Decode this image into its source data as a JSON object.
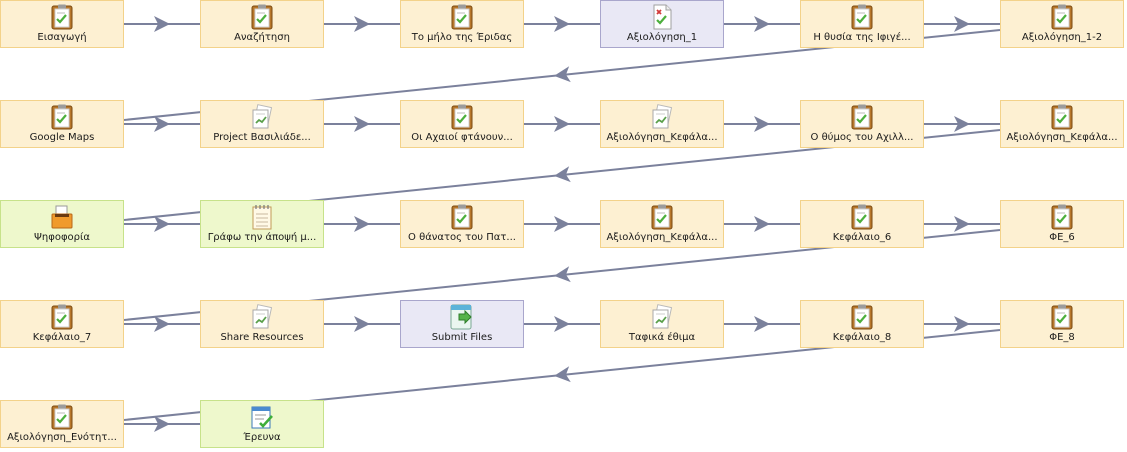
{
  "nodes": [
    {
      "id": "n1",
      "label": "Εισαγωγή",
      "type": "page",
      "icon": "clipboard-page-icon"
    },
    {
      "id": "n2",
      "label": "Αναζήτηση",
      "type": "page",
      "icon": "clipboard-page-icon"
    },
    {
      "id": "n3",
      "label": "Το μήλο της Έριδας",
      "type": "page",
      "icon": "clipboard-page-icon"
    },
    {
      "id": "n4",
      "label": "Αξιολόγηση_1",
      "type": "eval",
      "icon": "scored-assessment-icon"
    },
    {
      "id": "n5",
      "label": "Η θυσία της Ιφιγέ...",
      "type": "page",
      "icon": "clipboard-page-icon"
    },
    {
      "id": "n6",
      "label": "Αξιολόγηση_1-2",
      "type": "page",
      "icon": "clipboard-page-icon"
    },
    {
      "id": "n7",
      "label": "Google Maps",
      "type": "page",
      "icon": "clipboard-page-icon"
    },
    {
      "id": "n8",
      "label": "Project Βασιλιάδε...",
      "type": "share",
      "icon": "shared-documents-icon"
    },
    {
      "id": "n9",
      "label": "Οι Αχαιοί φτάνουν...",
      "type": "page",
      "icon": "clipboard-page-icon"
    },
    {
      "id": "n10",
      "label": "Αξιολόγηση_Κεφάλα...",
      "type": "share",
      "icon": "shared-documents-icon"
    },
    {
      "id": "n11",
      "label": "Ο θύμος του Αχιλλ...",
      "type": "page",
      "icon": "clipboard-page-icon"
    },
    {
      "id": "n12",
      "label": "Αξιολόγηση_Κεφάλα...",
      "type": "page",
      "icon": "clipboard-page-icon"
    },
    {
      "id": "n13",
      "label": "Ψηφοφορία",
      "type": "vote",
      "icon": "ballot-box-icon"
    },
    {
      "id": "n14",
      "label": "Γράφω την άποψή μ...",
      "type": "notebook",
      "icon": "notebook-icon"
    },
    {
      "id": "n15",
      "label": "Ο θάνατος του Πατ...",
      "type": "page",
      "icon": "clipboard-page-icon"
    },
    {
      "id": "n16",
      "label": "Αξιολόγηση_Κεφάλα...",
      "type": "page",
      "icon": "clipboard-page-icon"
    },
    {
      "id": "n17",
      "label": "Κεφάλαιο_6",
      "type": "page",
      "icon": "clipboard-page-icon"
    },
    {
      "id": "n18",
      "label": "ΦΕ_6",
      "type": "page",
      "icon": "clipboard-page-icon"
    },
    {
      "id": "n19",
      "label": "Κεφάλαιο_7",
      "type": "page",
      "icon": "clipboard-page-icon"
    },
    {
      "id": "n20",
      "label": "Share Resources",
      "type": "share",
      "icon": "shared-documents-icon"
    },
    {
      "id": "n21",
      "label": "Submit Files",
      "type": "submit",
      "icon": "submit-files-icon"
    },
    {
      "id": "n22",
      "label": "Ταφικά έθιμα",
      "type": "share",
      "icon": "shared-documents-icon"
    },
    {
      "id": "n23",
      "label": "Κεφάλαιο_8",
      "type": "page",
      "icon": "clipboard-page-icon"
    },
    {
      "id": "n24",
      "label": "ΦΕ_8",
      "type": "page",
      "icon": "clipboard-page-icon"
    },
    {
      "id": "n25",
      "label": "Αξιολόγηση_Ενότητ...",
      "type": "page",
      "icon": "clipboard-page-icon"
    },
    {
      "id": "n26",
      "label": "Έρευνα",
      "type": "survey",
      "icon": "survey-checklist-icon"
    }
  ],
  "edges": [
    [
      "n1",
      "n2"
    ],
    [
      "n2",
      "n3"
    ],
    [
      "n3",
      "n4"
    ],
    [
      "n4",
      "n5"
    ],
    [
      "n5",
      "n6"
    ],
    [
      "n6",
      "n7"
    ],
    [
      "n7",
      "n8"
    ],
    [
      "n8",
      "n9"
    ],
    [
      "n9",
      "n10"
    ],
    [
      "n10",
      "n11"
    ],
    [
      "n11",
      "n12"
    ],
    [
      "n12",
      "n13"
    ],
    [
      "n13",
      "n14"
    ],
    [
      "n14",
      "n15"
    ],
    [
      "n15",
      "n16"
    ],
    [
      "n16",
      "n17"
    ],
    [
      "n17",
      "n18"
    ],
    [
      "n18",
      "n19"
    ],
    [
      "n19",
      "n20"
    ],
    [
      "n20",
      "n21"
    ],
    [
      "n21",
      "n22"
    ],
    [
      "n22",
      "n23"
    ],
    [
      "n23",
      "n24"
    ],
    [
      "n24",
      "n25"
    ],
    [
      "n25",
      "n26"
    ]
  ],
  "colors": {
    "edge": "#7b819c",
    "page_fill": "#fdf0d2",
    "page_border": "#f3d28a",
    "green_fill": "#eef8cc",
    "purple_fill": "#e9e8f5"
  }
}
